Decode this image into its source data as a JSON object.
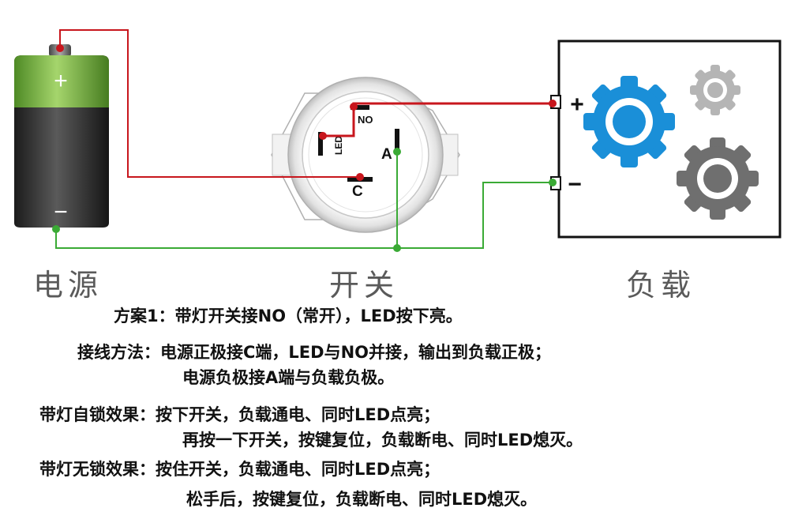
{
  "battery": {
    "plus": "+",
    "minus": "−"
  },
  "switch": {
    "no": "NO",
    "led": "LED",
    "a": "A",
    "c": "C"
  },
  "load": {
    "plus": "+",
    "minus": "−"
  },
  "captions": {
    "power": "电源",
    "switch": "开关",
    "load": "负载"
  },
  "scheme": {
    "label": "方案1：",
    "text": "带灯开关接NO（常开），LED按下亮。"
  },
  "wiring": {
    "label": "接线方法：",
    "line1": "电源正极接C端，LED与NO并接，输出到负载正极；",
    "line2": "电源负极接A端与负载负极。"
  },
  "latching": {
    "label": "带灯自锁效果：",
    "line1": "按下开关，负载通电、同时LED点亮；",
    "line2": "再按一下开关，按键复位，负载断电、同时LED熄灭。"
  },
  "momentary": {
    "label": "带灯无锁效果：",
    "line1": "按住开关，负载通电、同时LED点亮；",
    "line2": "松手后，按键复位，负载断电、同时LED熄灭。"
  },
  "colors": {
    "positive_wire": "#c8161d",
    "negative_wire": "#3aaa35",
    "gear_blue": "#1a8fd8",
    "gear_gray": "#6f6f6f",
    "gear_light": "#b5b5b5",
    "battery_green": "#7ab648"
  }
}
